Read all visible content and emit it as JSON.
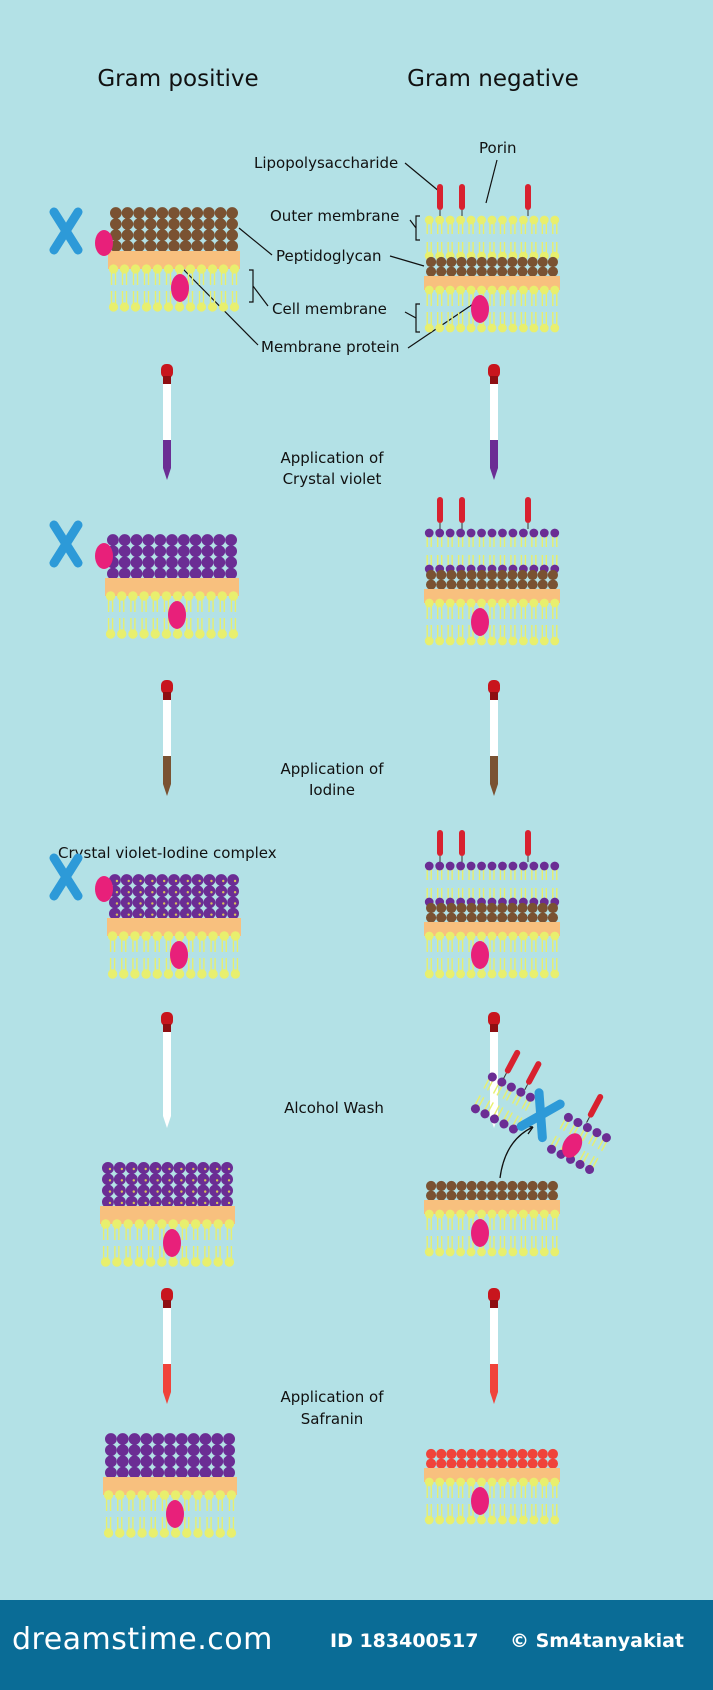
{
  "titles": {
    "left": "Gram positive",
    "right": "Gram negative"
  },
  "labels": {
    "lipopolysaccharide": "Lipopolysaccharide",
    "porin": "Porin",
    "outer_membrane": "Outer membrane",
    "peptidoglycan": "Peptidoglycan",
    "cell_membrane": "Cell membrane",
    "membrane_protein": "Membrane protein"
  },
  "steps": {
    "crystal_violet": [
      "Application of",
      "Crystal violet"
    ],
    "iodine": [
      "Application of",
      "Iodine"
    ],
    "complex": "Crystal violet-Iodine complex",
    "alcohol": "Alcohol Wash",
    "safranin": [
      "Application of",
      "Safranin"
    ]
  },
  "footer": {
    "brand": "dreamstime.com",
    "id": "ID 183400517",
    "author": "© Sm4tanyakiat"
  },
  "colors": {
    "background": "#b3e1e6",
    "peptidoglycan_brown": "#7a5232",
    "crystal_violet": "#6b2d94",
    "safranin": "#f0433a",
    "lipid_head": "#e8ef6e",
    "gel": "#f8c07e",
    "protein": "#e8207a",
    "porin": "#2d9ad8",
    "lps": "#d8212f",
    "footer": "#0a6c96"
  }
}
